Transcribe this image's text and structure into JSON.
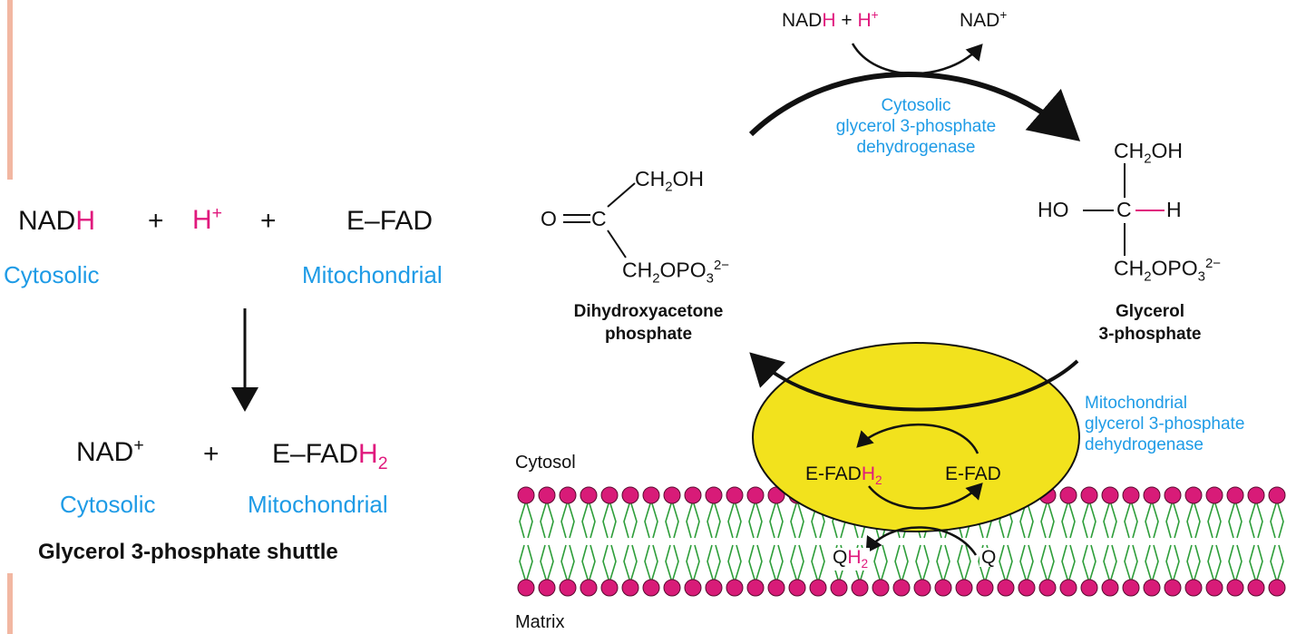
{
  "colors": {
    "pink": "#e0197d",
    "blue": "#1e9be6",
    "membrane_green": "#2e9e3a",
    "head_pink": "#d81b78",
    "enzyme_yellow": "#f2e21d"
  },
  "left": {
    "reactants": {
      "nad": "NAD",
      "h_pink": "H",
      "plus1": "+",
      "proton": "H",
      "proton_charge": "+",
      "plus2": "+",
      "efad": "E–FAD"
    },
    "reactant_labels": {
      "cytosolic": "Cytosolic",
      "mitochondrial": "Mitochondrial"
    },
    "products": {
      "nad": "NAD",
      "nad_charge": "+",
      "plus": "+",
      "efad": "E–FAD",
      "h2_h": "H",
      "h2_sub": "2"
    },
    "product_labels": {
      "cytosolic": "Cytosolic",
      "mitochondrial": "Mitochondrial"
    },
    "title": "Glycerol 3-phosphate shuttle"
  },
  "top_cofactors": {
    "nadh_nad": "NAD",
    "nadh_h": "H",
    "plus": "+",
    "h": "H",
    "h_charge": "+",
    "nad": "NAD",
    "nad_charge": "+"
  },
  "cytosolic_enzyme": [
    "Cytosolic",
    "glycerol 3-phosphate",
    "dehydrogenase"
  ],
  "dhap": {
    "top_group": "CH",
    "top_sub": "2",
    "top_tail": "OH",
    "carbonyl": "O",
    "carbon": "C",
    "bottom_group": "CH",
    "bottom_sub": "2",
    "bottom_mid": "OPO",
    "bottom_sub2": "3",
    "bottom_charge": "2−",
    "name": [
      "Dihydroxyacetone",
      "phosphate"
    ]
  },
  "g3p": {
    "top_group": "CH",
    "top_sub": "2",
    "top_tail": "OH",
    "ho": "HO",
    "carbon": "C",
    "h": "H",
    "bottom_group": "CH",
    "bottom_sub": "2",
    "bottom_mid": "OPO",
    "bottom_sub2": "3",
    "bottom_charge": "2−",
    "name": [
      "Glycerol",
      "3-phosphate"
    ]
  },
  "mito_enzyme": [
    "Mitochondrial",
    "glycerol 3-phosphate",
    "dehydrogenase"
  ],
  "enzyme_inner": {
    "efadh2_base": "E-FAD",
    "efadh2_h": "H",
    "efadh2_sub": "2",
    "efad": "E-FAD"
  },
  "quinones": {
    "qh2_q": "Q",
    "qh2_h": "H",
    "qh2_sub": "2",
    "q": "Q"
  },
  "compartments": {
    "cytosol": "Cytosol",
    "matrix": "Matrix"
  },
  "icons": {
    "arrows": "curved-reaction-arrow",
    "membrane": "phospholipid-bilayer"
  }
}
